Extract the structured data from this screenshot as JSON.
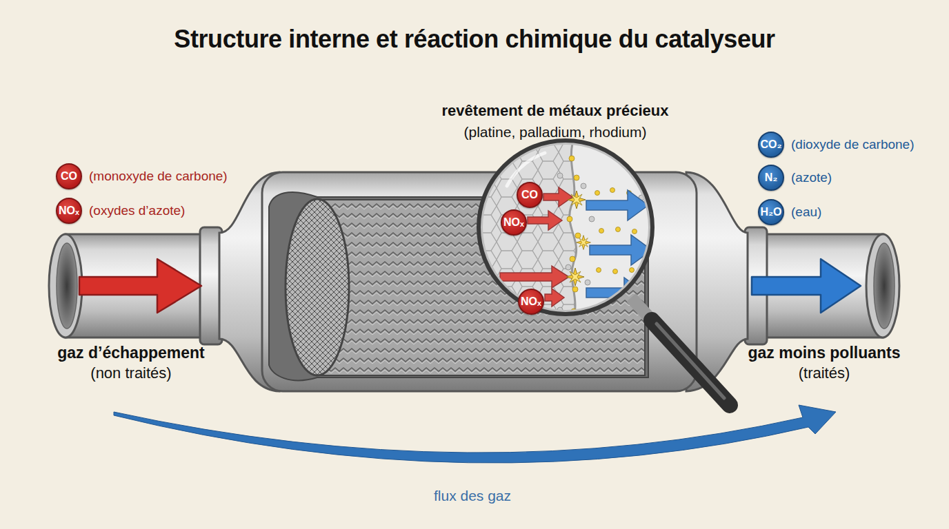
{
  "diagram": {
    "title": "Structure interne et réaction chimique du catalyseur",
    "nodes": [
      {
        "text": [
          "CO",
          "(monoxyde de carbone)"
        ]
      },
      {
        "text": [
          "NOₓ",
          "(oxydes d’azote)"
        ]
      },
      {
        "text": [
          "CO₂",
          "(dioxyde de carbone)"
        ]
      },
      {
        "text": [
          "N₂",
          "(azote)"
        ]
      },
      {
        "text": [
          "H₂O",
          "(eau)"
        ]
      },
      {
        "text": [
          "revêtement de métaux précieux",
          "(platine, palladium, rhodium)"
        ]
      },
      {
        "text": [
          "CO"
        ],
        "in": 5
      },
      {
        "text": [
          "NOₓ"
        ],
        "in": 5
      },
      {
        "text": [
          "NOₓ"
        ],
        "in": 5
      }
    ],
    "labels": [
      "gaz d’échappement",
      "(non traités)",
      "gaz moins polluants",
      "(traités)",
      "flux des gaz"
    ]
  }
}
